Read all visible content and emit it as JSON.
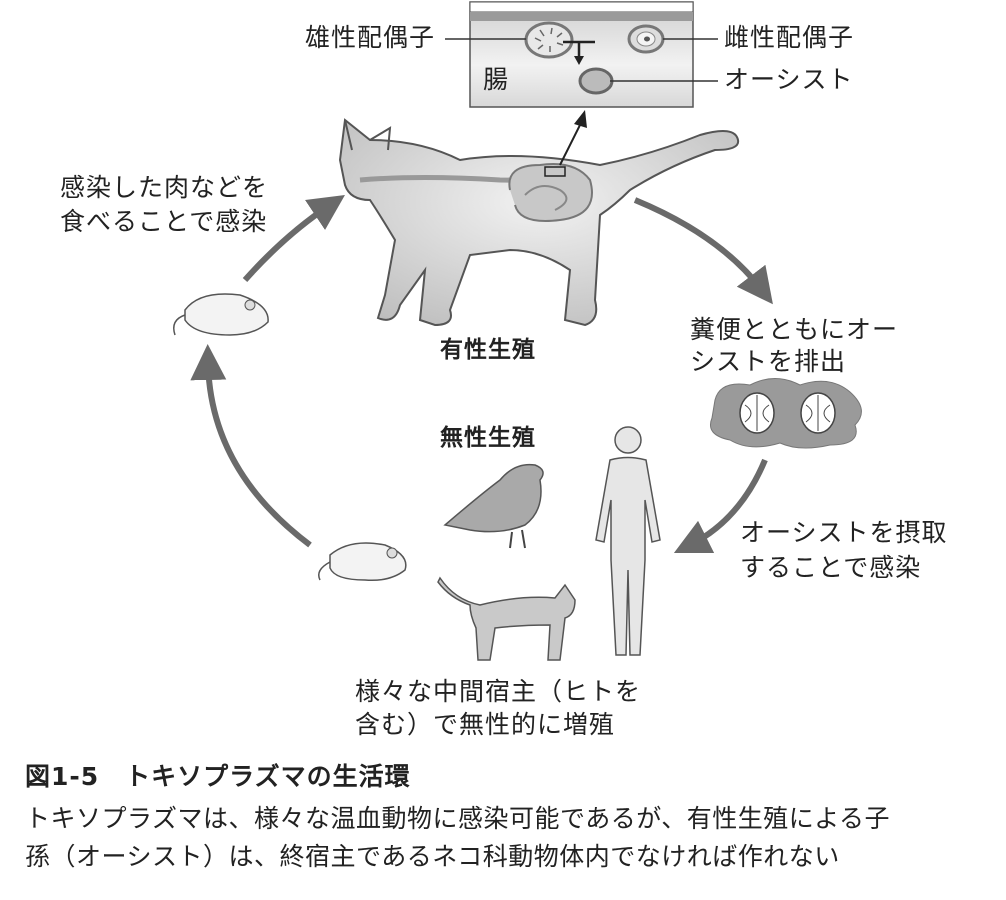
{
  "intestine_box": {
    "male_gamete": "雄性配偶子",
    "female_gamete": "雌性配偶子",
    "oocyst": "オーシスト",
    "intestine": "腸"
  },
  "labels": {
    "eat_meat": [
      "感染した肉などを",
      "食べることで感染"
    ],
    "sexual": "有性生殖",
    "excrete": [
      "糞便とともにオー",
      "シストを排出"
    ],
    "asexual": "無性生殖",
    "ingest": [
      "オーシストを摂取",
      "することで感染"
    ],
    "intermediate": [
      "様々な中間宿主（ヒトを",
      "含む）で無性的に増殖"
    ]
  },
  "caption": {
    "title": "図1-5　トキソプラズマの生活環",
    "body": [
      "トキソプラズマは、様々な温血動物に感染可能であるが、有性生殖による子",
      "孫（オーシスト）は、終宿主であるネコ科動物体内でなければ作れない"
    ]
  }
}
